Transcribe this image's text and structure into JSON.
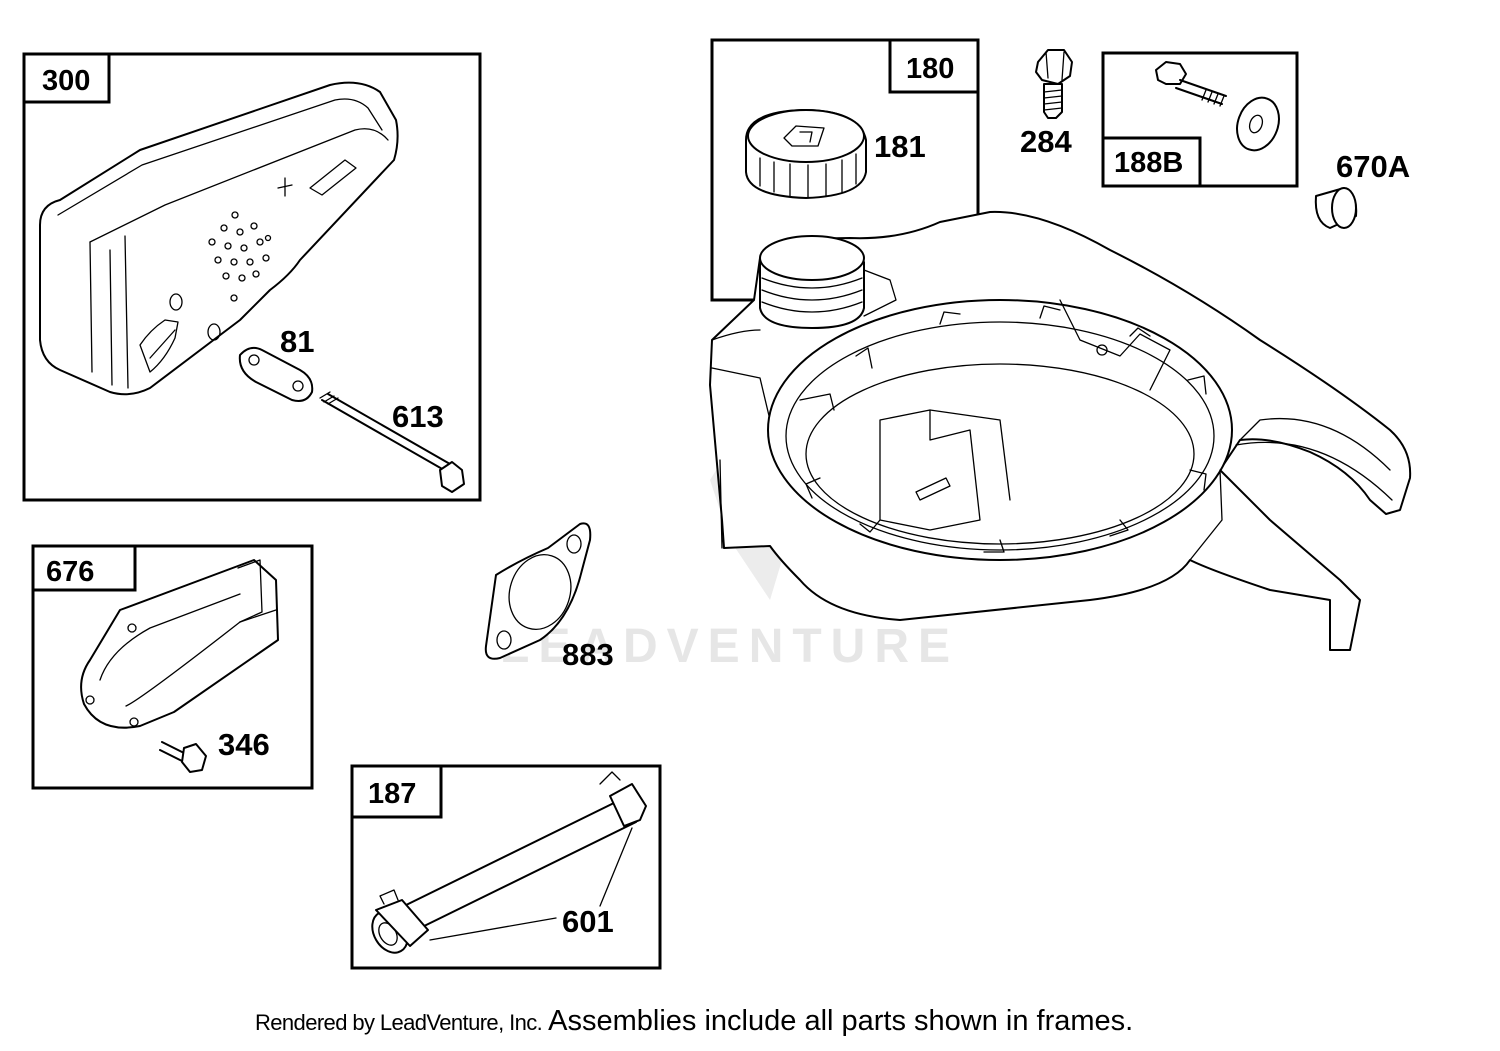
{
  "watermark": "LEADVENTURE",
  "frames": {
    "muffler_assembly": "300",
    "fuel_tank_cap_assembly": "180",
    "bolt_assembly": "188B",
    "deflector_assembly": "676",
    "tube_assembly": "187"
  },
  "callouts": {
    "lockwasher": "81",
    "screw": "613",
    "fuel_cap": "181",
    "bolt": "284",
    "spacer": "670A",
    "gasket": "883",
    "deflector_screw": "346",
    "clamp": "601"
  },
  "footer": {
    "credit": "Rendered by LeadVenture, Inc.",
    "note": "Assemblies include all parts shown in frames."
  }
}
